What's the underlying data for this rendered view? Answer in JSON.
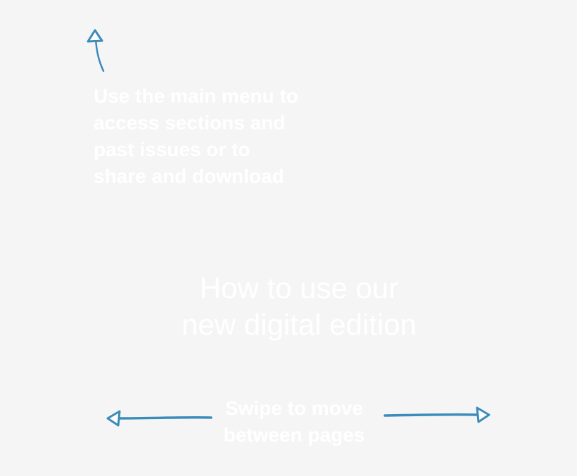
{
  "guide": {
    "menu_hint": "Use the main menu to access sections and past issues or to share and download",
    "title_line1": "How to use our",
    "title_line2": "new digital edition",
    "swipe_line1": "Swipe to move",
    "swipe_line2": "between pages"
  },
  "icons": {
    "menu_arrow": "arrow-up-icon",
    "swipe_left_arrow": "arrow-left-icon",
    "swipe_right_arrow": "arrow-right-icon"
  },
  "colors": {
    "background": "#f5f5f5",
    "text": "#ffffff",
    "arrow": "#3b8bbb"
  }
}
